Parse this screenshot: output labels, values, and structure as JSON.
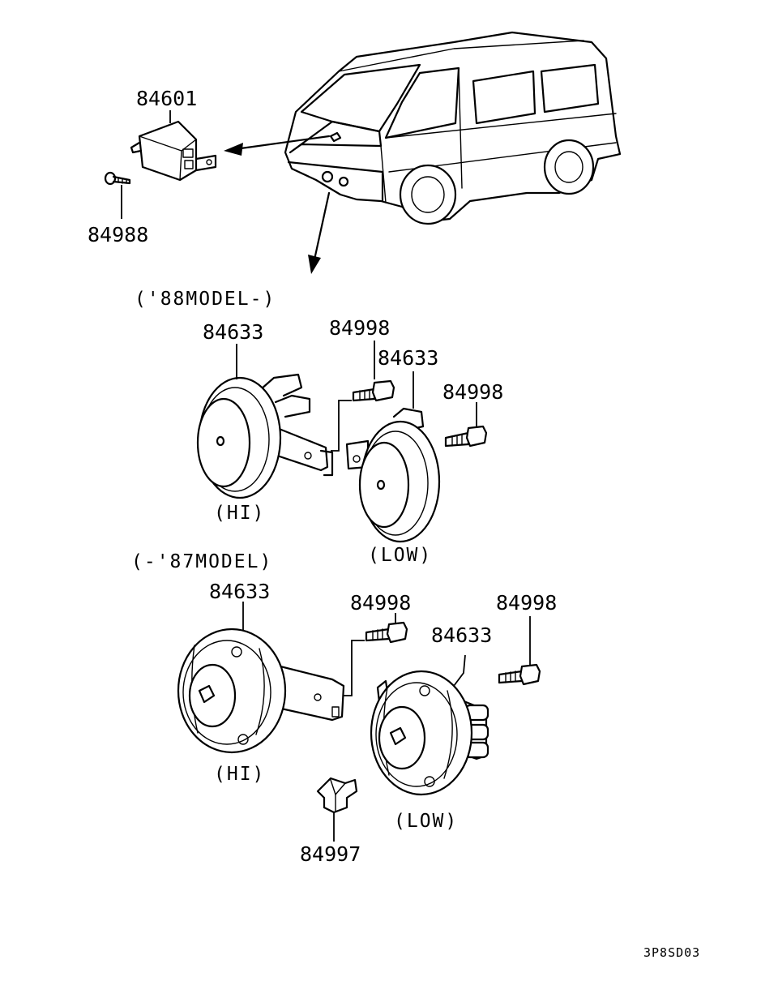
{
  "parts": {
    "relay": "84601",
    "relay_screw": "84988",
    "horn_88_hi": "84633",
    "bolt_88_hi": "84998",
    "horn_88_low": "84633",
    "bolt_88_low": "84998",
    "horn_87_hi": "84633",
    "bolt_87_hi": "84998",
    "horn_87_low": "84633",
    "bolt_87_low": "84998",
    "clip_87": "84997"
  },
  "sections": {
    "model_88": "('88MODEL-)",
    "model_87": "(-'87MODEL)"
  },
  "labels": {
    "hi_88": "(HI)",
    "low_88": "(LOW)",
    "hi_87": "(HI)",
    "low_87": "(LOW)"
  },
  "diagram_code": "3P8SD03"
}
